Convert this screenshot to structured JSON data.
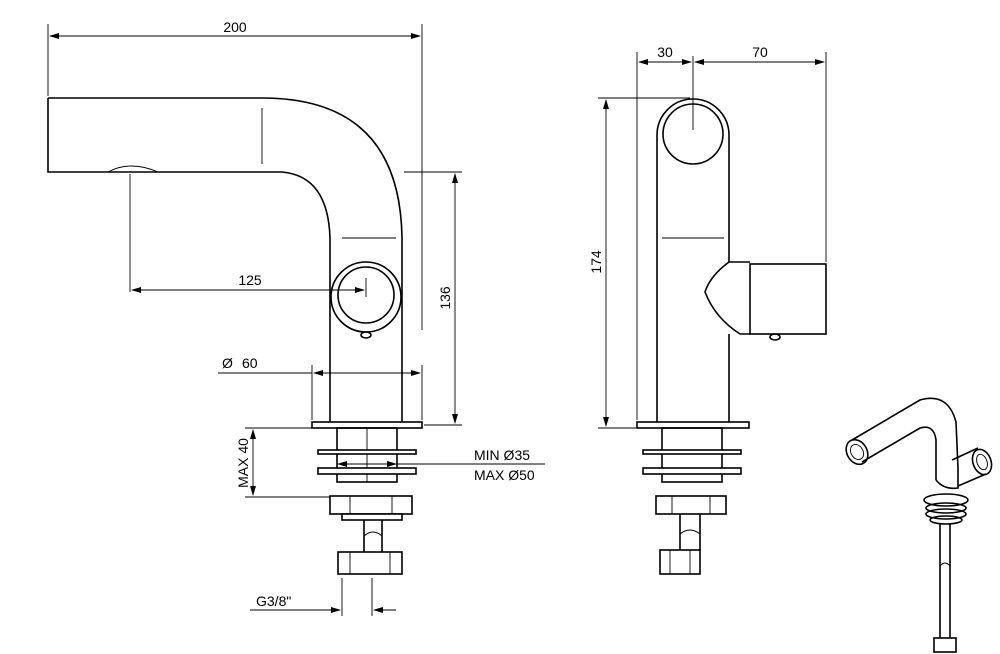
{
  "dimensions": {
    "width_overall": "200",
    "spout_reach": "125",
    "height_outlet": "136",
    "diameter_base": "60",
    "diameter_symbol": "Ø",
    "max_deck": "MAX 40",
    "hole_min": "MIN Ø35",
    "hole_max": "MAX Ø50",
    "connection": "G3/8\"",
    "side_offset": "30",
    "side_handle": "70",
    "height_total": "174"
  }
}
